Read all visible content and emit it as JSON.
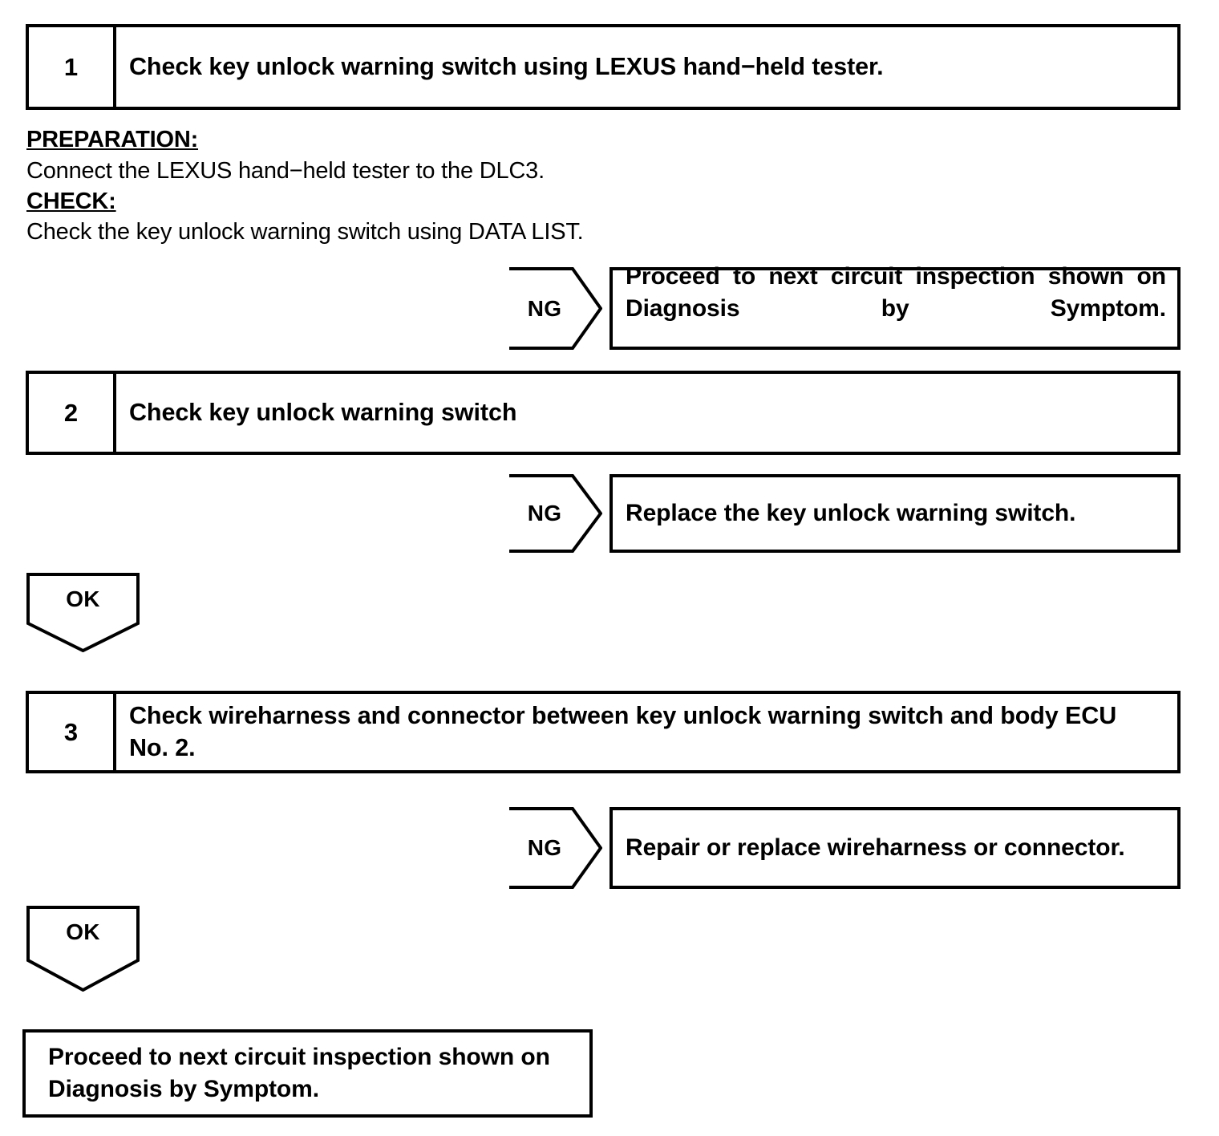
{
  "document": {
    "title": "Key Unlock Warning Switch Diagnostic Flow"
  },
  "steps": [
    {
      "number": "1",
      "title": "Check key unlock warning switch using LEXUS hand−held tester."
    },
    {
      "number": "2",
      "title": "Check key unlock warning switch"
    },
    {
      "number": "3",
      "title": "Check wireharness and connector between key unlock warning switch and body ECU No. 2."
    }
  ],
  "notes": {
    "preparation_heading": "PREPARATION:",
    "preparation_body": "Connect the LEXUS hand−held tester to the DLC3.",
    "check_heading": "CHECK:",
    "check_body": "Check the key unlock warning switch using DATA LIST."
  },
  "branches": [
    {
      "label": "NG",
      "result": "Proceed to next circuit inspection shown on Diagnosis by Symptom."
    },
    {
      "label": "NG",
      "result": "Replace the key unlock warning switch."
    },
    {
      "label": "NG",
      "result": "Repair or replace wireharness or connector."
    }
  ],
  "ok_arrows": [
    {
      "label": "OK"
    },
    {
      "label": "OK"
    }
  ],
  "final": {
    "text": "Proceed to next circuit inspection shown on Diagnosis by Symptom."
  },
  "colors": {
    "stroke": "#000000",
    "background": "#ffffff",
    "text": "#000000"
  }
}
